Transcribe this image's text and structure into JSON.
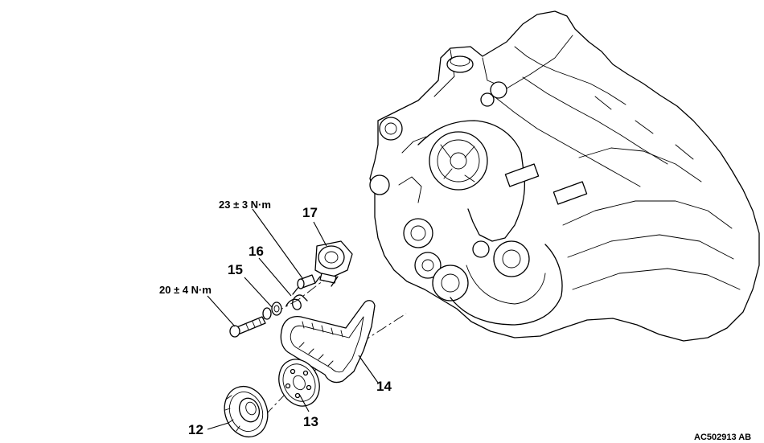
{
  "callouts": {
    "c12": "12",
    "c13": "13",
    "c14": "14",
    "c15": "15",
    "c16": "16",
    "c17": "17"
  },
  "torque": {
    "upper": "23 ± 3 N·m",
    "lower": "20 ± 4 N·m"
  },
  "figure_id": "AC502913 AB"
}
